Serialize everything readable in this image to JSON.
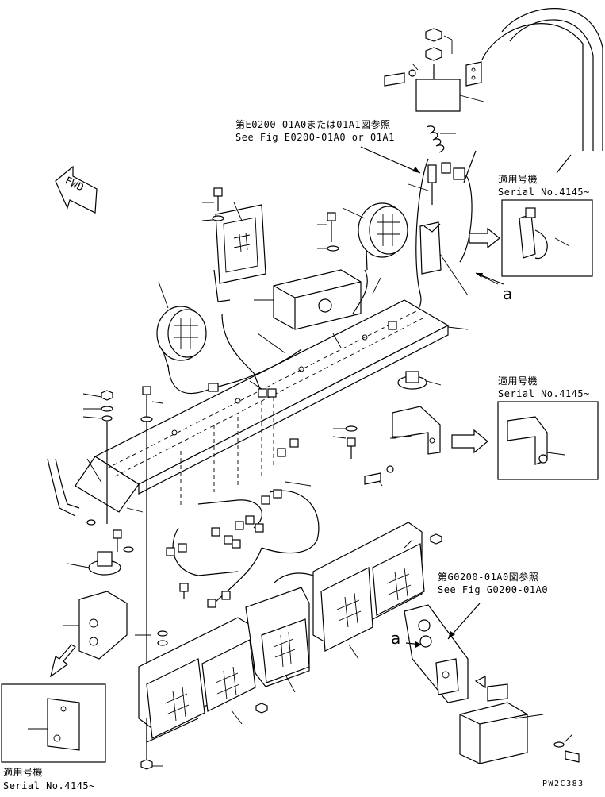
{
  "refs": {
    "e0200": {
      "ja": "第E0200-01A0または01A1図参照",
      "en": "See Fig E0200-01A0 or 01A1"
    },
    "g0200": {
      "ja": "第G0200-01A0図参照",
      "en": "See Fig G0200-01A0"
    }
  },
  "serial_boxes": [
    {
      "ja": "適用号機",
      "en": "Serial No.4145~"
    },
    {
      "ja": "適用号機",
      "en": "Serial No.4145~"
    },
    {
      "ja": "適用号機",
      "en": "Serial No.4145~"
    }
  ],
  "direction": "FWD",
  "callouts": {
    "a1": "a",
    "a2": "a"
  },
  "drawing_code": "PW2C383"
}
